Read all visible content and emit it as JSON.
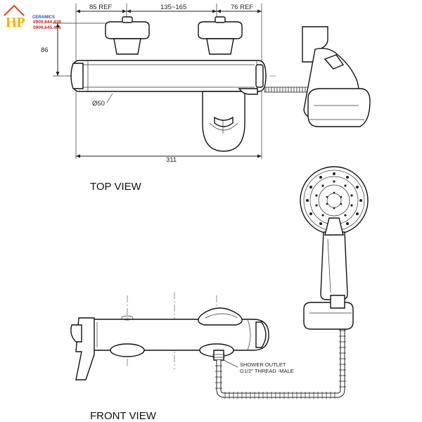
{
  "logo": {
    "brand": "HP",
    "subtitle": "CERAMICS",
    "phone_1": "0909.844.438",
    "phone_2": "0909.645.436"
  },
  "dimensions": {
    "left_ref": "85 REF",
    "center_range": "135~165",
    "right_ref": "76 REF",
    "height": "86",
    "diameter": "Ø50",
    "overall_length": "311"
  },
  "views": {
    "top": "TOP VIEW",
    "front": "FRONT VIEW"
  },
  "annotation": {
    "line_1": "SHOWER OUTLET",
    "line_2": "G1/2\" THREAD -MALE"
  }
}
